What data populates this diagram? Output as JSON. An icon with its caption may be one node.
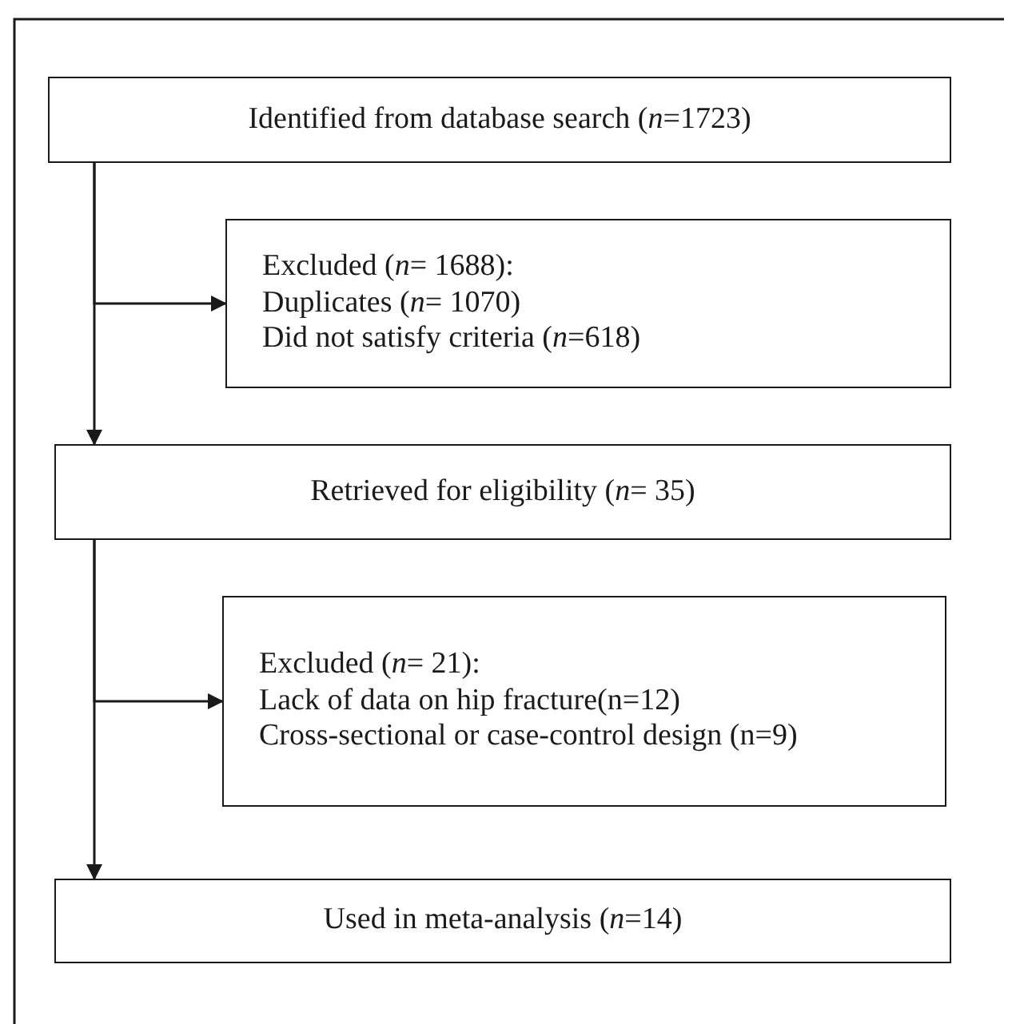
{
  "diagram": {
    "nodes": [
      {
        "text": [
          "Identified from database search (*n*=1723)"
        ]
      },
      {
        "text": [
          "Excluded (*n*= 1688):",
          "Duplicates (*n*= 1070)",
          "Did not satisfy criteria (*n*=618)"
        ]
      },
      {
        "text": [
          "Retrieved for eligibility (*n*= 35)"
        ]
      },
      {
        "text": [
          "Excluded (*n*= 21):",
          "Lack of data on hip fracture(n=12)",
          "Cross-sectional or case-control design (n=9)"
        ]
      },
      {
        "text": [
          "Used in meta-analysis (*n*=14)"
        ]
      }
    ],
    "edges": [
      {
        "from": 0,
        "to": 2,
        "arrow": "to"
      },
      {
        "from": 0,
        "to": 1,
        "arrow": "to"
      },
      {
        "from": 2,
        "to": 4,
        "arrow": "to"
      },
      {
        "from": 2,
        "to": 3,
        "arrow": "to"
      }
    ]
  }
}
